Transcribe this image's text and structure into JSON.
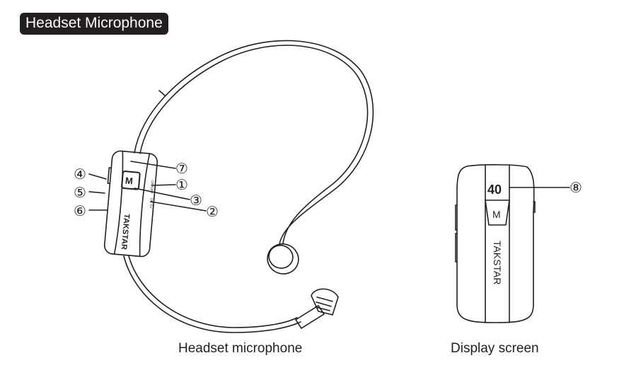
{
  "title": "Headset Microphone",
  "captions": {
    "headset": "Headset microphone",
    "display": "Display screen"
  },
  "callouts": [
    "①",
    "②",
    "③",
    "④",
    "⑤",
    "⑥",
    "⑦",
    "⑧"
  ],
  "device": {
    "brand": "TAKSTAR",
    "button_label": "M",
    "power_label": "ON/OFF",
    "charge_label": "DC 5V",
    "display_value": "40"
  }
}
